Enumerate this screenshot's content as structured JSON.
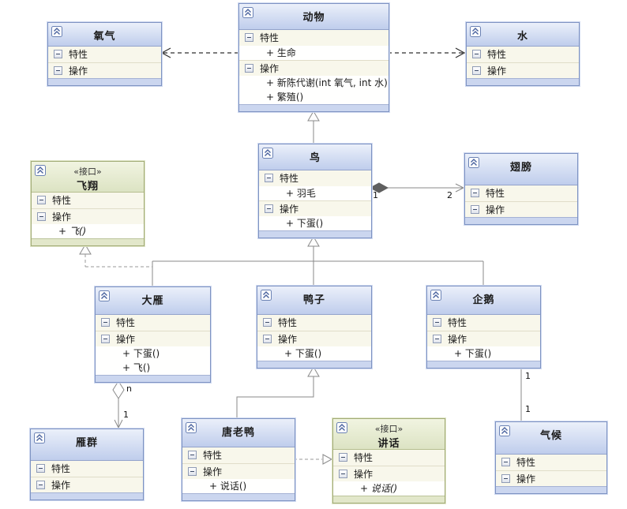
{
  "icons": {
    "collapse_icon": "double-chevron-up",
    "section_icon": "minus"
  },
  "colors": {
    "class_header": "#bfcdec",
    "class_border": "#7e93c2",
    "class_footer": "#cbd6ef",
    "interface_header": "#dce3c3",
    "interface_border": "#a2ac77",
    "section_bg": "#f8f7eb",
    "dependency_line": "#2f2f2f",
    "connector_line": "#8a8a8a"
  },
  "classes": [
    {
      "name": "氧气",
      "stereotype": "",
      "attributes_label": "特性",
      "operations_label": "操作",
      "attributes": [],
      "operations": []
    },
    {
      "name": "动物",
      "stereotype": "",
      "attributes_label": "特性",
      "operations_label": "操作",
      "attributes": [
        "+ 生命"
      ],
      "operations": [
        "+ 新陈代谢(int 氧气, int 水)",
        "+ 繁殖()"
      ]
    },
    {
      "name": "水",
      "stereotype": "",
      "attributes_label": "特性",
      "operations_label": "操作",
      "attributes": [],
      "operations": []
    },
    {
      "name": "鸟",
      "stereotype": "",
      "attributes_label": "特性",
      "operations_label": "操作",
      "attributes": [
        "+ 羽毛"
      ],
      "operations": [
        "+ 下蛋()"
      ]
    },
    {
      "name": "翅膀",
      "stereotype": "",
      "attributes_label": "特性",
      "operations_label": "操作",
      "attributes": [],
      "operations": []
    },
    {
      "name": "飞翔",
      "stereotype": "«接口»",
      "attributes_label": "特性",
      "operations_label": "操作",
      "attributes": [],
      "operations": [
        "+ 飞()"
      ]
    },
    {
      "name": "大雁",
      "stereotype": "",
      "attributes_label": "特性",
      "operations_label": "操作",
      "attributes": [],
      "operations": [
        "+ 下蛋()",
        "+ 飞()"
      ]
    },
    {
      "name": "鸭子",
      "stereotype": "",
      "attributes_label": "特性",
      "operations_label": "操作",
      "attributes": [],
      "operations": [
        "+ 下蛋()"
      ]
    },
    {
      "name": "企鹅",
      "stereotype": "",
      "attributes_label": "特性",
      "operations_label": "操作",
      "attributes": [],
      "operations": [
        "+ 下蛋()"
      ]
    },
    {
      "name": "雁群",
      "stereotype": "",
      "attributes_label": "特性",
      "operations_label": "操作",
      "attributes": [],
      "operations": []
    },
    {
      "name": "唐老鸭",
      "stereotype": "",
      "attributes_label": "特性",
      "operations_label": "操作",
      "attributes": [],
      "operations": [
        "+ 说话()"
      ]
    },
    {
      "name": "讲话",
      "stereotype": "«接口»",
      "attributes_label": "特性",
      "operations_label": "操作",
      "attributes": [],
      "operations": [
        "+ 说话()"
      ]
    },
    {
      "name": "气候",
      "stereotype": "",
      "attributes_label": "特性",
      "operations_label": "操作",
      "attributes": [],
      "operations": []
    }
  ],
  "relationships": [
    {
      "type": "dependency",
      "from": "动物",
      "to": "氧气"
    },
    {
      "type": "dependency",
      "from": "动物",
      "to": "水"
    },
    {
      "type": "generalization",
      "from": "鸟",
      "to": "动物"
    },
    {
      "type": "composition",
      "from": "鸟",
      "to": "翅膀",
      "from_multiplicity": "1",
      "to_multiplicity": "2"
    },
    {
      "type": "generalization",
      "from": "大雁",
      "to": "鸟"
    },
    {
      "type": "generalization",
      "from": "鸭子",
      "to": "鸟"
    },
    {
      "type": "generalization",
      "from": "企鹅",
      "to": "鸟"
    },
    {
      "type": "realization",
      "from": "大雁",
      "to": "飞翔"
    },
    {
      "type": "aggregation",
      "diamond_end": "大雁",
      "arrow_end": "雁群",
      "multiplicity_diamond": "n",
      "multiplicity_arrow": "1"
    },
    {
      "type": "generalization",
      "from": "唐老鸭",
      "to": "鸭子"
    },
    {
      "type": "realization",
      "from": "唐老鸭",
      "to": "讲话"
    },
    {
      "type": "association",
      "from": "企鹅",
      "to": "气候",
      "from_multiplicity": "1",
      "to_multiplicity": "1"
    }
  ]
}
